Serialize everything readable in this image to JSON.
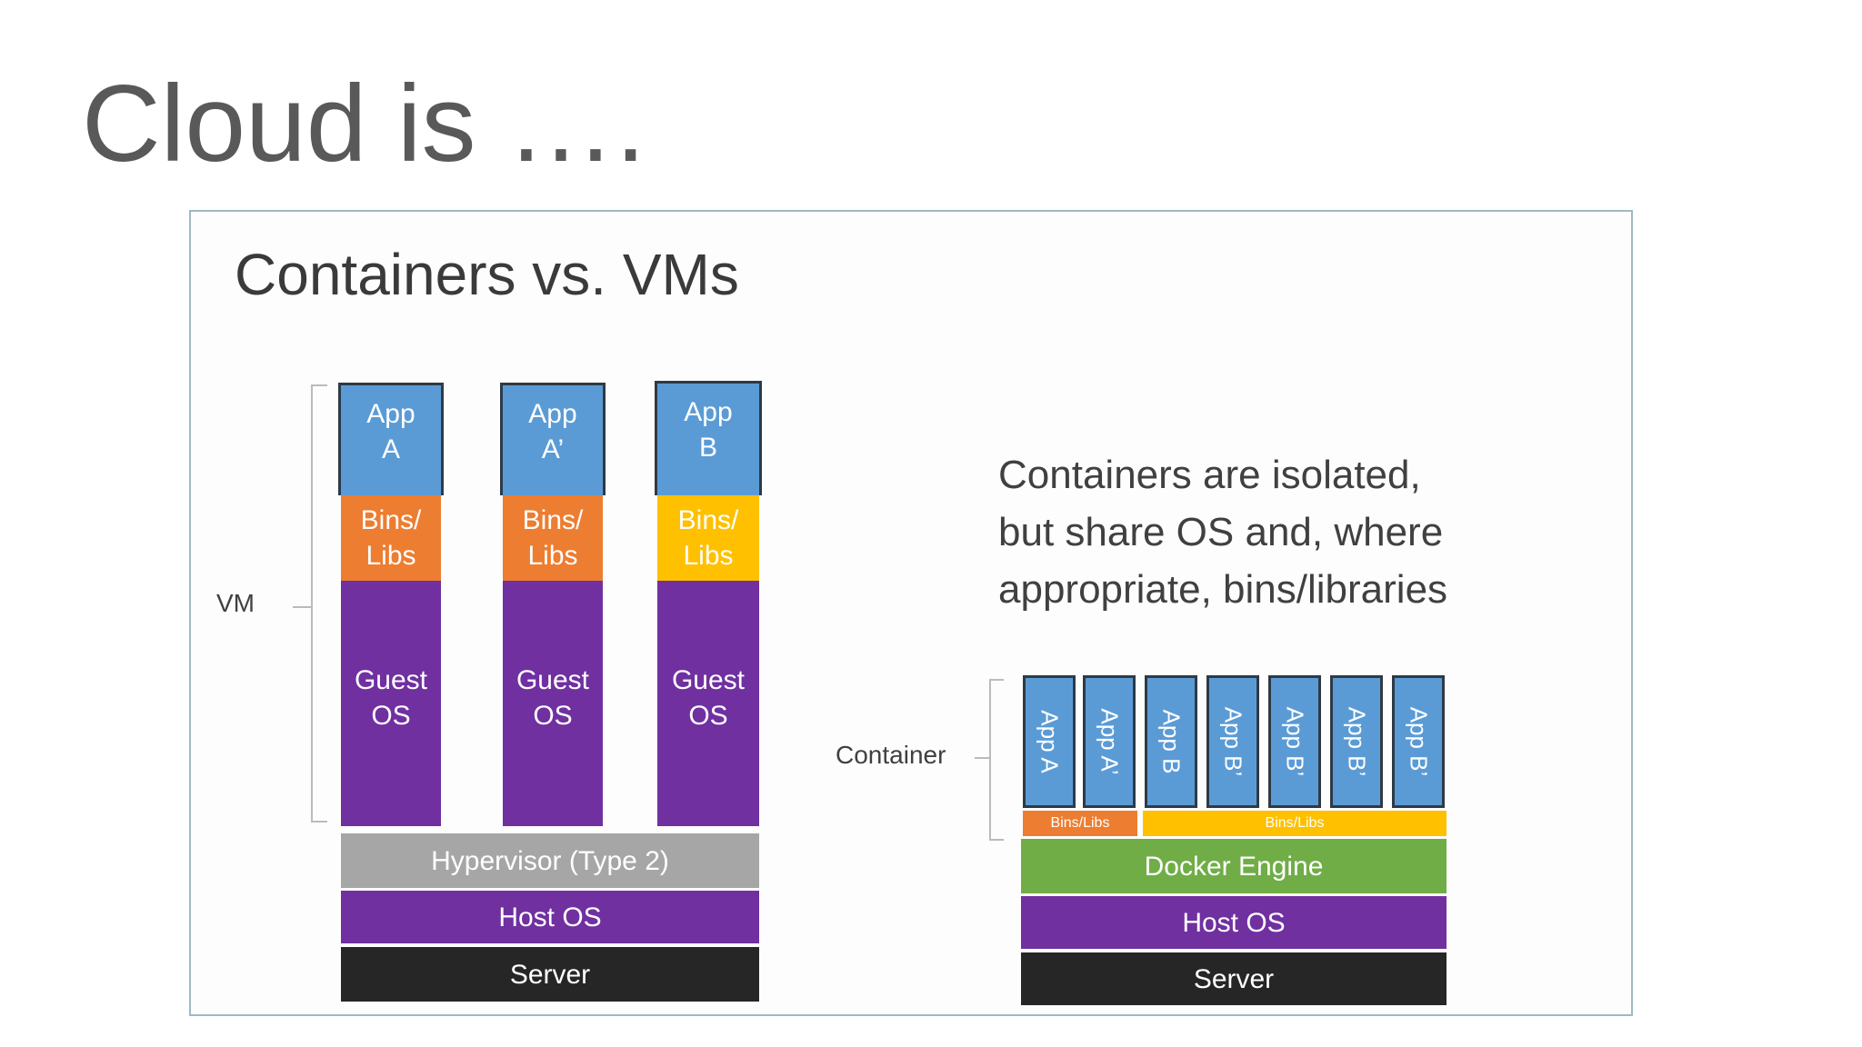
{
  "slide": {
    "title": "Cloud is …."
  },
  "panel": {
    "title": "Containers vs. VMs",
    "description": "Containers are isolated,\nbut share OS and, where\nappropriate, bins/libraries"
  },
  "vm_diagram": {
    "bracket_label": "VM",
    "apps": [
      "App\nA",
      "App\nA’",
      "App\nB"
    ],
    "bins": [
      "Bins/\nLibs",
      "Bins/\nLibs",
      "Bins/\nLibs"
    ],
    "guest_os": [
      "Guest\nOS",
      "Guest\nOS",
      "Guest\nOS"
    ],
    "hypervisor": "Hypervisor (Type 2)",
    "host_os": "Host OS",
    "server": "Server"
  },
  "container_diagram": {
    "bracket_label": "Container",
    "apps": [
      "App A",
      "App A’",
      "App B",
      "App B’",
      "App B’",
      "App B’",
      "App B’"
    ],
    "bins": [
      "Bins/Libs",
      "Bins/Libs"
    ],
    "engine": "Docker Engine",
    "host_os": "Host OS",
    "server": "Server"
  },
  "colors": {
    "app": "#5b9bd5",
    "bins_orange": "#ed7d31",
    "bins_yellow": "#ffc000",
    "guest_os": "#7030a0",
    "hypervisor": "#a6a6a6",
    "host_os": "#7030a0",
    "server": "#262626",
    "docker_engine": "#70ad47"
  }
}
